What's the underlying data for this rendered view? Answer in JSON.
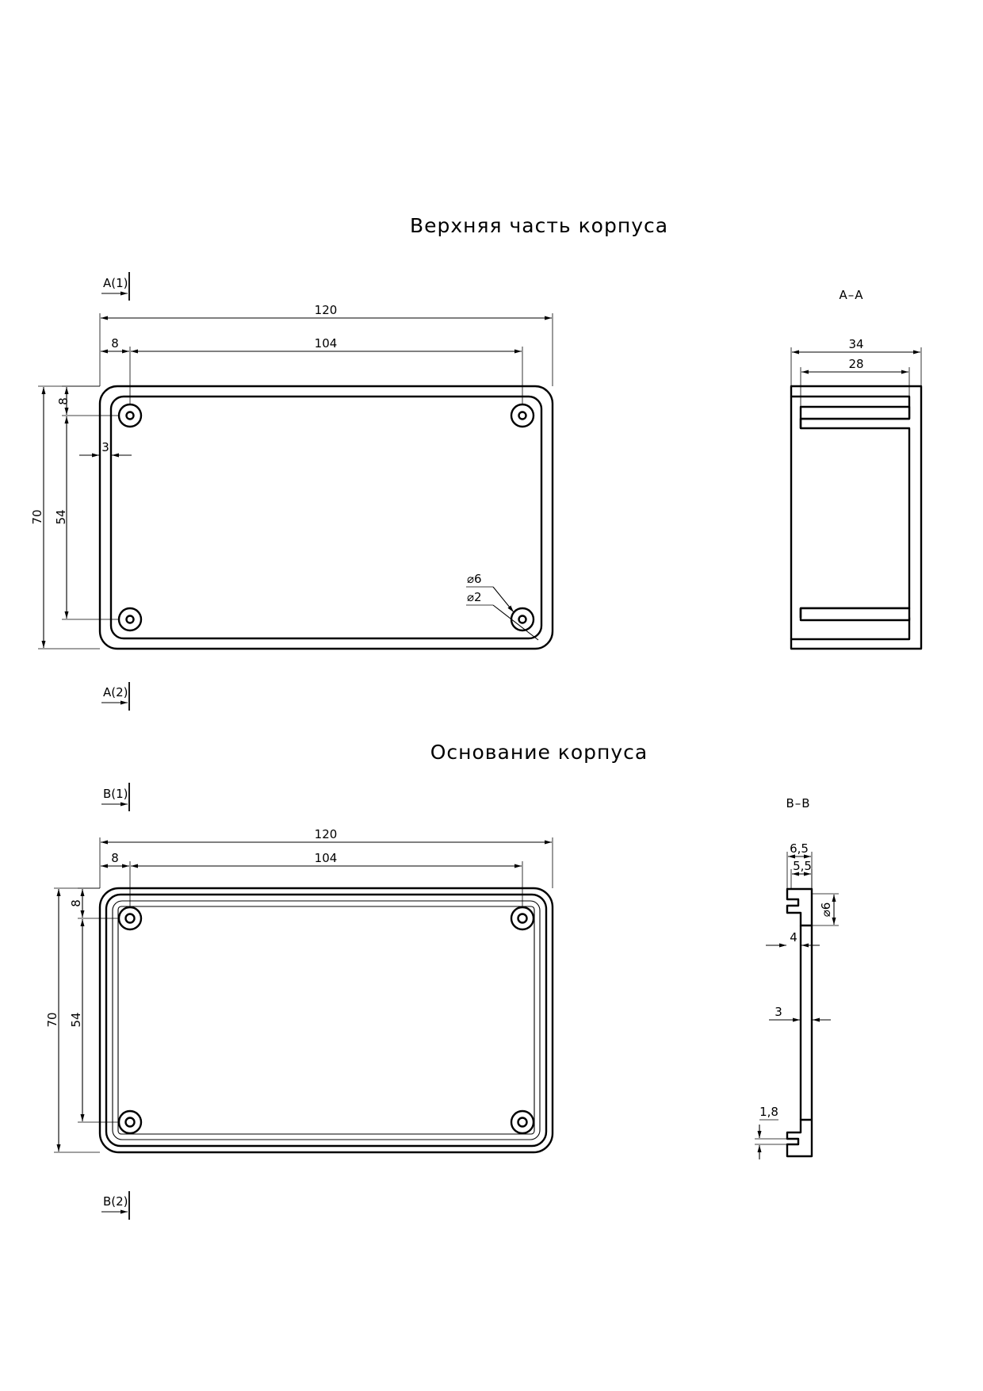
{
  "top_part": {
    "title": "Верхняя часть корпуса",
    "cut_start": "A(1)",
    "cut_end": "A(2)",
    "section_title": "A–A",
    "dims": {
      "overall_length": "120",
      "edge_offset": "8",
      "hole_spacing": "104",
      "vertical_edge_offset": "8",
      "wall": "3",
      "hole_spacing_v": "54",
      "overall_height": "70",
      "boss_diameter": "⌀6",
      "hole_diameter": "⌀2"
    },
    "section_dims": {
      "depth": "34",
      "inner_depth": "28"
    }
  },
  "base_part": {
    "title": "Основание корпуса",
    "cut_start": "B(1)",
    "cut_end": "B(2)",
    "section_title": "B–B",
    "dims": {
      "overall_length": "120",
      "edge_offset": "8",
      "hole_spacing": "104",
      "vertical_edge_offset": "8",
      "hole_spacing_v": "54",
      "overall_height": "70"
    },
    "section_dims": {
      "flange": "6,5",
      "flange_inner": "5,5",
      "boss_diameter": "⌀6",
      "lip": "4",
      "plate": "3",
      "groove": "1,8"
    }
  }
}
